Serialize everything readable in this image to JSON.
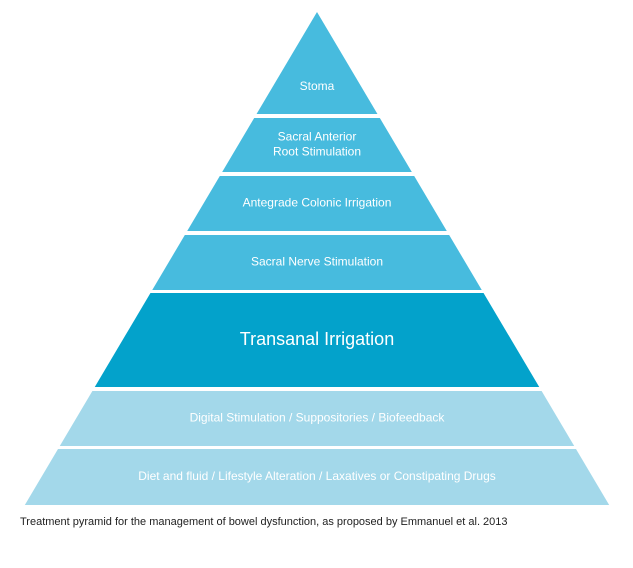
{
  "colors": {
    "top_tiers": "#47BBDE",
    "highlight_tier": "#03A2CB",
    "base_tiers": "#A3D8EA",
    "label_text": "#FFFFFF"
  },
  "tiers": [
    {
      "id": "stoma",
      "lines": [
        "Stoma"
      ],
      "style": "top"
    },
    {
      "id": "sacral-anterior-root-stimulation",
      "lines": [
        "Sacral Anterior",
        "Root Stimulation"
      ],
      "style": "top"
    },
    {
      "id": "antegrade-colonic-irrigation",
      "lines": [
        "Antegrade Colonic Irrigation"
      ],
      "style": "top"
    },
    {
      "id": "sacral-nerve-stimulation",
      "lines": [
        "Sacral Nerve Stimulation"
      ],
      "style": "top"
    },
    {
      "id": "transanal-irrigation",
      "lines": [
        "Transanal Irrigation"
      ],
      "style": "highlight"
    },
    {
      "id": "digital-stimulation",
      "lines": [
        "Digital Stimulation / Suppositories / Biofeedback"
      ],
      "style": "base"
    },
    {
      "id": "diet-and-fluid",
      "lines": [
        "Diet and fluid / Lifestyle Alteration / Laxatives or Constipating Drugs"
      ],
      "style": "base"
    }
  ],
  "caption": "Treatment pyramid for the management of bowel dysfunction, as proposed by Emmanuel et al. 2013"
}
